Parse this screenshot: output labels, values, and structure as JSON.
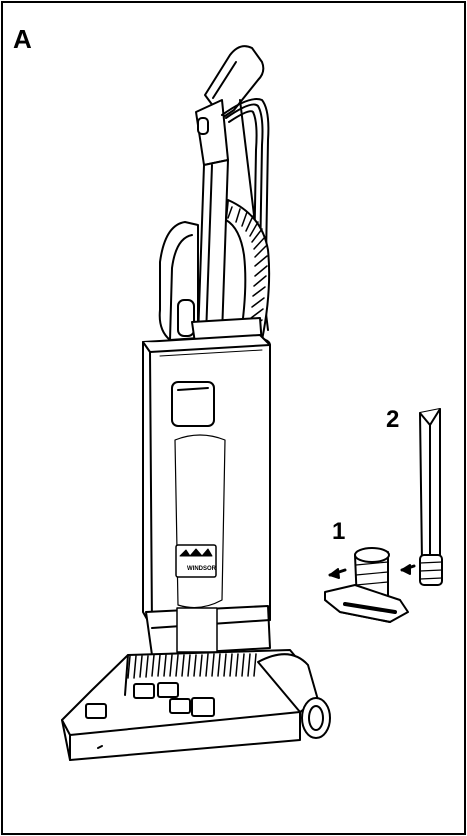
{
  "figure": {
    "panel_label": "A",
    "brand_mark": "WINDSOR",
    "callouts": [
      {
        "id": "1",
        "label": "1"
      },
      {
        "id": "2",
        "label": "2"
      }
    ]
  }
}
